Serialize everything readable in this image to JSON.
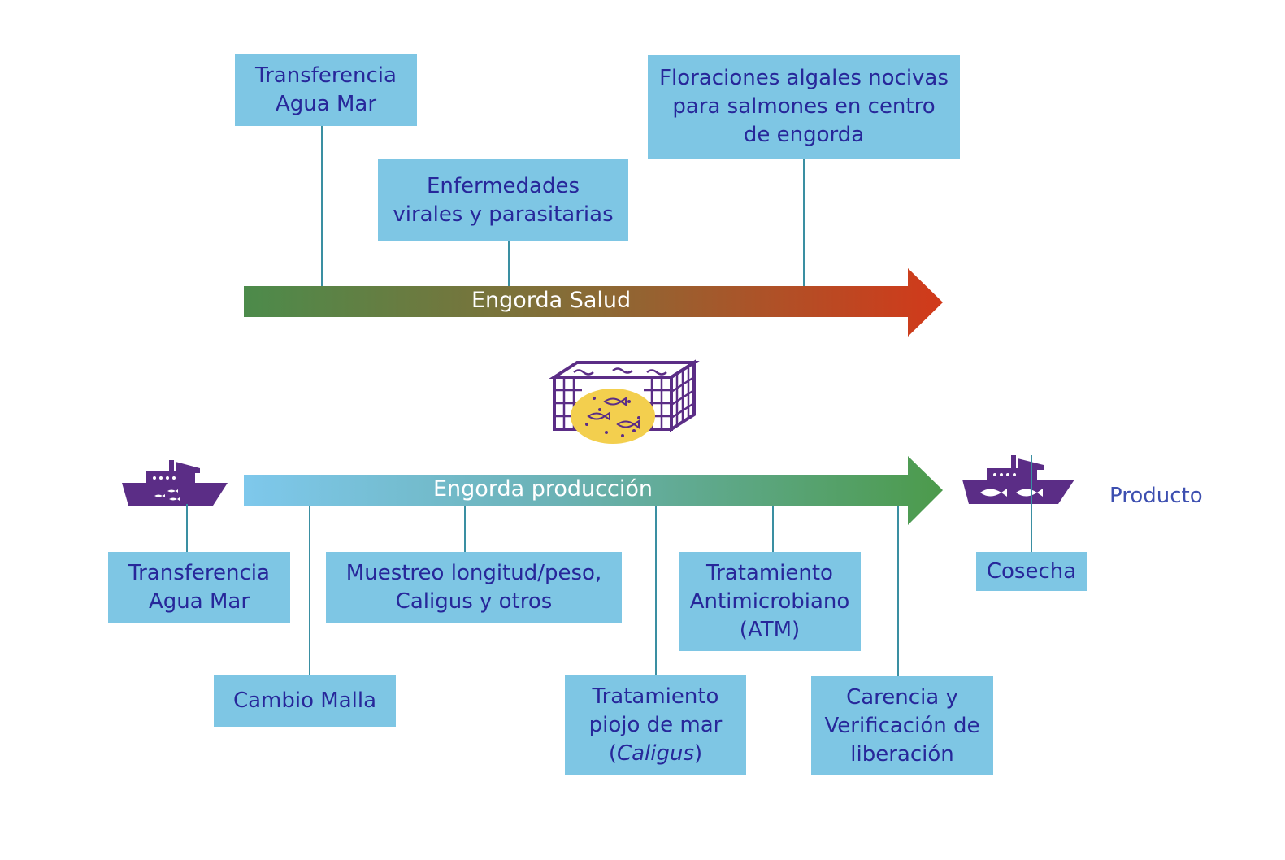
{
  "top": {
    "arrow_label": "Engorda Salud",
    "colors": {
      "start": "#4c8b4b",
      "end": "#d2391a"
    },
    "boxes": [
      {
        "id": "transferencia",
        "text": "Transferencia\nAgua Mar"
      },
      {
        "id": "enfermedades",
        "text": "Enfermedades\nvirales y parasitarias"
      },
      {
        "id": "floraciones",
        "text": "Floraciones algales nocivas\npara salmones en centro\nde engorda"
      }
    ]
  },
  "bottom": {
    "arrow_label": "Engorda producción",
    "colors": {
      "start": "#7ec8ec",
      "end": "#4c9a4b"
    },
    "boxes": [
      {
        "id": "transferencia",
        "text": "Transferencia\nAgua Mar"
      },
      {
        "id": "cambio-malla",
        "text": "Cambio Malla"
      },
      {
        "id": "muestreo",
        "text": "Muestreo longitud/peso,\nCaligus y otros"
      },
      {
        "id": "tratamiento-piojo",
        "line1": "Tratamiento\npiojo de mar\n(",
        "italic": "Caligus",
        "line_end": ")"
      },
      {
        "id": "tratamiento-atm",
        "text": "Tratamiento\nAntimicrobiano\n(ATM)"
      },
      {
        "id": "carencia",
        "text": "Carencia y\nVerificación de\nliberación"
      },
      {
        "id": "cosecha",
        "text": "Cosecha"
      }
    ],
    "product_label": "Producto"
  },
  "icons": {
    "cage": "fish-cage-icon",
    "ship_start": "transfer-ship-icon",
    "ship_end": "harvest-ship-icon",
    "icon_color": "#5b2d86",
    "pond_color": "#f3cf4e"
  }
}
